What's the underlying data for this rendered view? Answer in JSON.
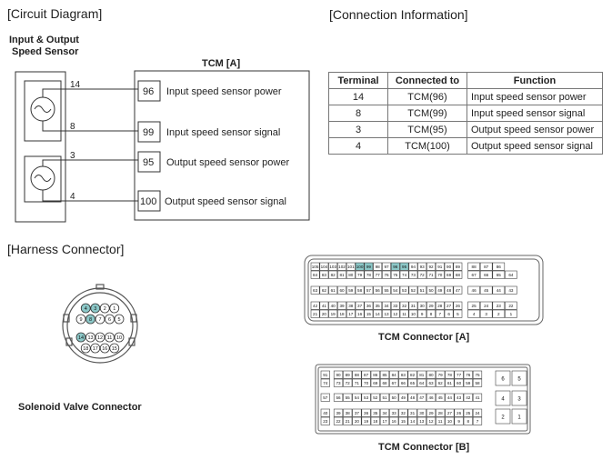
{
  "circuit": {
    "heading": "[Circuit Diagram]",
    "sensor_label_line1": "Input & Output",
    "sensor_label_line2": "Speed Sensor",
    "tcm_label": "TCM [A]",
    "wires": [
      {
        "terminal": "14",
        "pin": "96",
        "label": "Input speed sensor power"
      },
      {
        "terminal": "8",
        "pin": "99",
        "label": "Input speed sensor signal"
      },
      {
        "terminal": "3",
        "pin": "95",
        "label": "Output speed sensor power"
      },
      {
        "terminal": "4",
        "pin": "100",
        "label": "Output speed sensor signal"
      }
    ]
  },
  "connection": {
    "heading": "[Connection Information]",
    "headers": [
      "Terminal",
      "Connected to",
      "Function"
    ],
    "rows": [
      [
        "14",
        "TCM(96)",
        "Input speed sensor power"
      ],
      [
        "8",
        "TCM(99)",
        "Input speed sensor signal"
      ],
      [
        "3",
        "TCM(95)",
        "Output speed sensor power"
      ],
      [
        "4",
        "TCM(100)",
        "Output speed sensor signal"
      ]
    ]
  },
  "harness": {
    "heading": "[Harness Connector]",
    "solenoid_label": "Solenoid Valve Connector",
    "solenoid_pins": {
      "row1": [
        "4",
        "3",
        "2",
        "1"
      ],
      "row2": [
        "9",
        "8",
        "7",
        "6",
        "5"
      ],
      "row3": [
        "14",
        "13",
        "12",
        "11",
        "10"
      ],
      "row4": [
        "18",
        "17",
        "16",
        "15"
      ]
    },
    "solenoid_highlight": [
      "3",
      "4",
      "8",
      "14"
    ],
    "tcm_a_label": "TCM Connector [A]",
    "tcm_a_rows": [
      [
        "105",
        "104",
        "103",
        "102",
        "101",
        "100",
        "99",
        "98",
        "97",
        "96",
        "95",
        "94",
        "93",
        "92",
        "91",
        "90",
        "89",
        "",
        "88",
        "87",
        "86"
      ],
      [
        "84",
        "83",
        "82",
        "81",
        "80",
        "79",
        "78",
        "77",
        "76",
        "75",
        "74",
        "73",
        "72",
        "71",
        "70",
        "69",
        "68",
        "",
        "67",
        "66",
        "65",
        "64"
      ],
      [
        "63",
        "62",
        "61",
        "60",
        "59",
        "58",
        "57",
        "56",
        "55",
        "54",
        "53",
        "52",
        "51",
        "50",
        "49",
        "48",
        "47",
        "",
        "46",
        "45",
        "44",
        "43"
      ],
      [
        "42",
        "41",
        "40",
        "39",
        "38",
        "37",
        "36",
        "35",
        "34",
        "33",
        "32",
        "31",
        "30",
        "29",
        "28",
        "27",
        "26",
        "",
        "25",
        "24",
        "23",
        "22"
      ],
      [
        "21",
        "20",
        "19",
        "18",
        "17",
        "16",
        "15",
        "14",
        "13",
        "12",
        "11",
        "10",
        "9",
        "8",
        "7",
        "6",
        "5",
        "",
        "4",
        "3",
        "2",
        "1"
      ]
    ],
    "tcm_a_highlight": [
      "100",
      "99",
      "96",
      "95"
    ],
    "tcm_b_label": "TCM Connector [B]",
    "tcm_b_rows": [
      [
        "91",
        "",
        "90",
        "89",
        "88",
        "87",
        "86",
        "85",
        "84",
        "83",
        "82",
        "81",
        "80",
        "79",
        "78",
        "77",
        "76",
        "75"
      ],
      [
        "74",
        "",
        "73",
        "72",
        "71",
        "70",
        "69",
        "68",
        "67",
        "66",
        "65",
        "64",
        "63",
        "62",
        "61",
        "60",
        "59",
        "58"
      ],
      [
        "57",
        "",
        "56",
        "55",
        "54",
        "53",
        "52",
        "51",
        "50",
        "49",
        "48",
        "47",
        "46",
        "45",
        "44",
        "43",
        "42",
        "41"
      ],
      [
        "40",
        "",
        "39",
        "38",
        "37",
        "36",
        "35",
        "34",
        "33",
        "32",
        "31",
        "30",
        "29",
        "28",
        "27",
        "26",
        "25",
        "24"
      ],
      [
        "23",
        "",
        "22",
        "21",
        "20",
        "19",
        "18",
        "17",
        "16",
        "15",
        "14",
        "13",
        "12",
        "11",
        "10",
        "9",
        "8",
        "7"
      ]
    ],
    "tcm_b_side": [
      "6",
      "5",
      "4",
      "3",
      "2",
      "1"
    ]
  },
  "colors": {
    "highlight": "#8cc8c8",
    "line": "#333333"
  }
}
